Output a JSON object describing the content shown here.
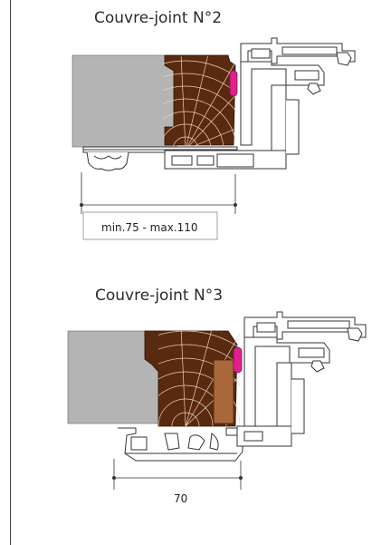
{
  "section_1": {
    "title": "Couvre-joint N°2",
    "dimension": "min.75 - max.110"
  },
  "section_2": {
    "title": "Couvre-joint N°3",
    "dimension": "70"
  },
  "colors": {
    "wall": "#b4b4b4",
    "wood": "#5a2a10",
    "wood_grain": "#e8d2b8",
    "gasket": "#e0208c",
    "light_wood": "#a8683a",
    "profile_stroke": "#333333"
  }
}
